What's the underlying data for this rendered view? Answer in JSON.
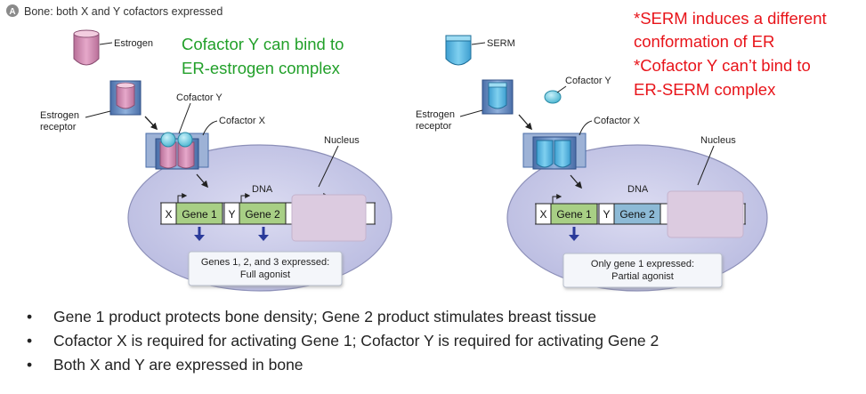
{
  "header": {
    "badge_letter": "A",
    "title": "Bone: both X and Y cofactors expressed"
  },
  "colors": {
    "green_note": "#22a02a",
    "red_note": "#e8141a",
    "nucleus": "#cfd0ea",
    "receptor_blue": "#5b7fb6",
    "estrogen_pink": "#d08fb3",
    "serm_blue": "#57b8df",
    "cofactor_teal": "#7fd3e6",
    "gene1_green": "#a8cf85",
    "gene2_blue": "#8dbad6",
    "arrow_navy": "#2a3a9a"
  },
  "left_panel": {
    "ligand_label": "Estrogen",
    "receptor_label_1": "Estrogen",
    "receptor_label_2": "receptor",
    "cofactor_y_label": "Cofactor Y",
    "cofactor_x_label": "Cofactor X",
    "nucleus_label": "Nucleus",
    "dna_label": "DNA",
    "gene_boxes": [
      "X",
      "Gene 1",
      "Y",
      "Gene 2"
    ],
    "result_line1": "Genes 1, 2, and 3 expressed:",
    "result_line2": "Full agonist",
    "note_line1": "Cofactor Y can bind to",
    "note_line2": "ER-estrogen complex"
  },
  "right_panel": {
    "ligand_label": "SERM",
    "receptor_label_1": "Estrogen",
    "receptor_label_2": "receptor",
    "cofactor_y_label": "Cofactor Y",
    "cofactor_x_label": "Cofactor X",
    "nucleus_label": "Nucleus",
    "dna_label": "DNA",
    "gene_boxes": [
      "X",
      "Gene 1",
      "Y",
      "Gene 2"
    ],
    "result_line1": "Only gene 1 expressed:",
    "result_line2": "Partial agonist",
    "note_lines": [
      "*SERM induces a different",
      "conformation of ER",
      "*Cofactor Y can’t bind to",
      "ER-SERM complex"
    ]
  },
  "bullets": [
    "Gene 1 product protects bone density; Gene 2 product stimulates breast tissue",
    "Cofactor X is required for activating Gene 1; Cofactor Y is required for activating Gene 2",
    "Both X and Y are expressed in bone"
  ],
  "bullet_glyph": "•"
}
